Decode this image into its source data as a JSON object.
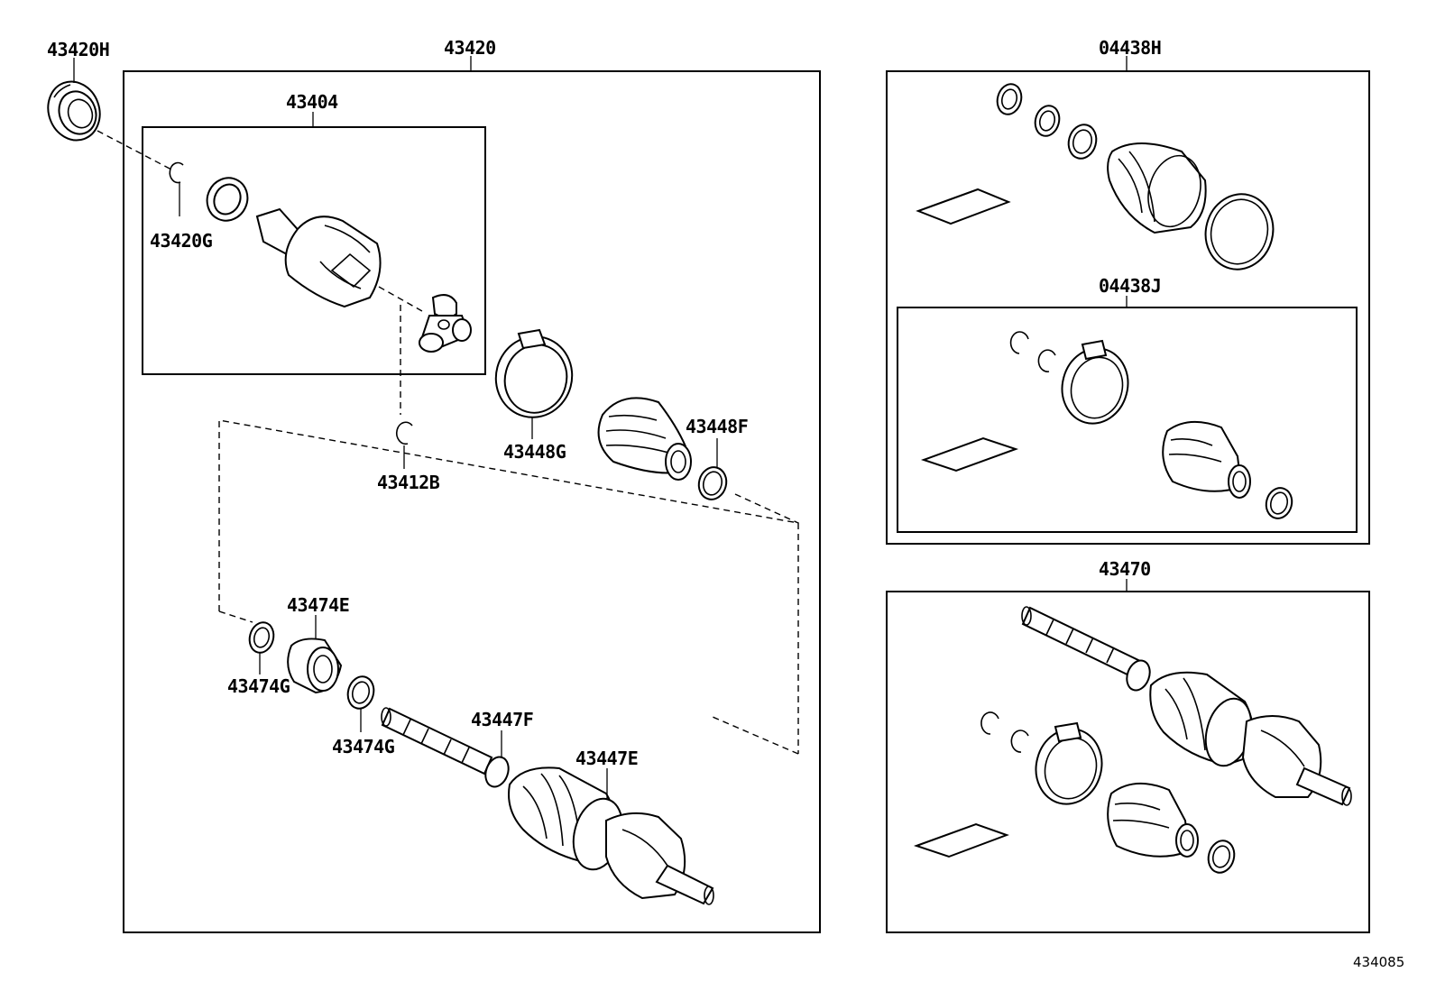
{
  "diagram": {
    "reference_number": "434085",
    "parts": {
      "seal": "43420H",
      "shaft_assembly": "43420",
      "inboard_joint": "43404",
      "snap_ring_inner": "43420G",
      "snap_ring_shaft": "43412B",
      "boot_clamp_large": "43448G",
      "boot_clamp_small": "43448F",
      "damper": "43474E",
      "damper_clamp_left": "43474G",
      "damper_clamp_right": "43474G",
      "outboard_clamp_small": "43447F",
      "outboard_clamp_large": "43447E",
      "outboard_boot_kit": "04438H",
      "inboard_boot_kit": "04438J",
      "outboard_joint_assembly": "43470"
    }
  }
}
